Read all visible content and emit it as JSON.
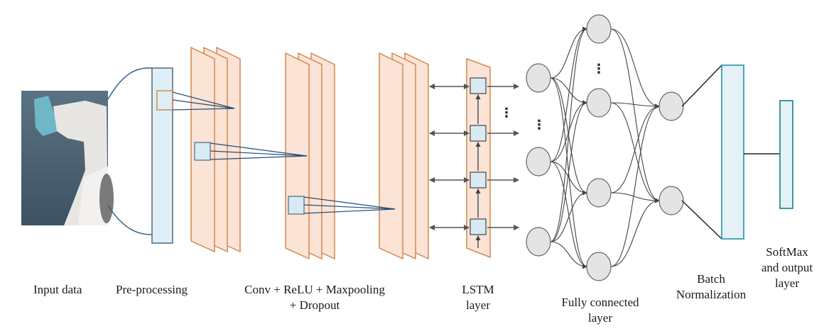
{
  "labels": {
    "input": "Input data",
    "preprocessing": "Pre-processing",
    "conv_line1": "Conv + ReLU + Maxpooling",
    "conv_line2": "+ Dropout",
    "lstm_line1": "LSTM",
    "lstm_line2": "layer",
    "fc_line1": "Fully connected",
    "fc_line2": "layer",
    "bn_line1": "Batch",
    "bn_line2": "Normalization",
    "softmax_line1": "SoftMax",
    "softmax_line2": "and output",
    "softmax_line3": "layer"
  },
  "ellipsis": "⋮",
  "colors": {
    "preprocess_fill": "#dfeef6",
    "preprocess_stroke": "#4f6b7f",
    "conv_fill": "#fbe3d6",
    "conv_stroke": "#d4884f",
    "lstm_cell_fill": "#d8ebf3",
    "neuron_fill": "#e4e4e4",
    "neuron_stroke": "#666666",
    "arrow": "#555555",
    "connect_line": "#1f4e79",
    "bn_fill": "#e4f2f7",
    "bn_stroke": "#3b9bb0",
    "softmax_fill": "#e4f2f5",
    "softmax_stroke": "#2f8a9a"
  }
}
